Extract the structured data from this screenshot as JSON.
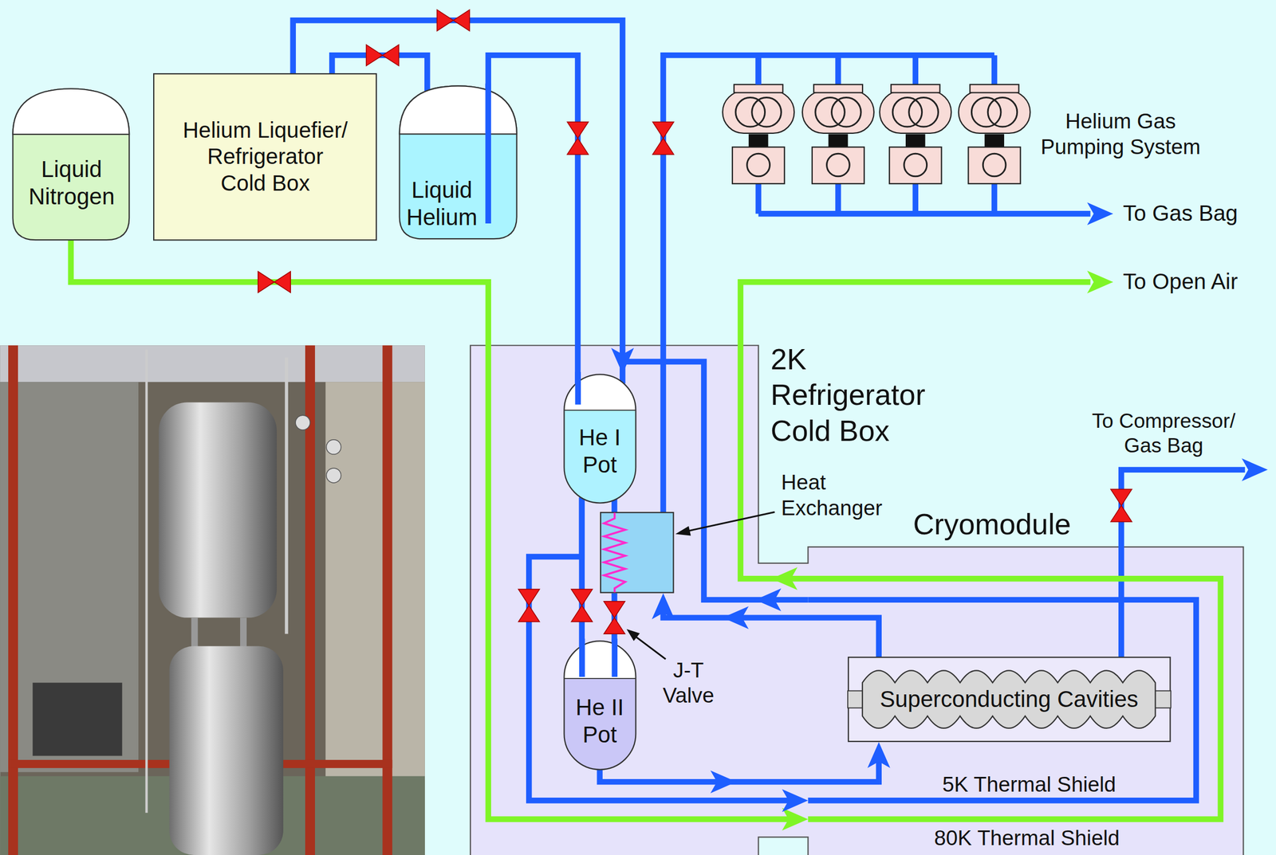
{
  "diagram": {
    "nodes": [
      {
        "text": [
          "Liquid Nitrogen"
        ]
      },
      {
        "text": [
          "Helium Liquefier/ Refrigerator Cold Box"
        ]
      },
      {
        "text": [
          "Liquid Helium"
        ]
      },
      {
        "text": [
          "Helium Gas Pumping System"
        ]
      },
      {
        "text": [
          "2K Refrigerator Cold Box"
        ]
      },
      {
        "text": [
          "He I Pot"
        ],
        "in": 4
      },
      {
        "text": [
          "Heat Exchanger"
        ],
        "in": 4
      },
      {
        "text": [
          "He II Pot"
        ],
        "in": 4
      },
      {
        "text": [
          "Cryomodule"
        ]
      },
      {
        "text": [
          "Superconducting Cavities"
        ],
        "in": 8
      }
    ],
    "edges": [
      {
        "from": 0,
        "to": 8,
        "arrow": "to"
      },
      {
        "from": 1,
        "to": 2,
        "arrow": "none"
      },
      {
        "from": 1,
        "to": 5,
        "arrow": "none"
      },
      {
        "from": 2,
        "to": 5,
        "arrow": "none"
      },
      {
        "from": 5,
        "to": 6,
        "arrow": "none"
      },
      {
        "from": 5,
        "to": 7,
        "arrow": "none"
      },
      {
        "from": 5,
        "to": 8,
        "arrow": "to"
      },
      {
        "from": 6,
        "to": 7,
        "arrow": "none"
      },
      {
        "from": 6,
        "to": 3,
        "arrow": "none"
      },
      {
        "from": 7,
        "to": 9,
        "arrow": "to"
      },
      {
        "from": 8,
        "to": 5,
        "arrow": "to"
      },
      {
        "from": 9,
        "to": 6,
        "arrow": "to"
      }
    ],
    "labels": [
      "To Gas Bag",
      "To Open Air",
      "To Compressor/ Gas Bag",
      "J-T Valve",
      "5K Thermal Shield",
      "80K Thermal Shield"
    ]
  }
}
